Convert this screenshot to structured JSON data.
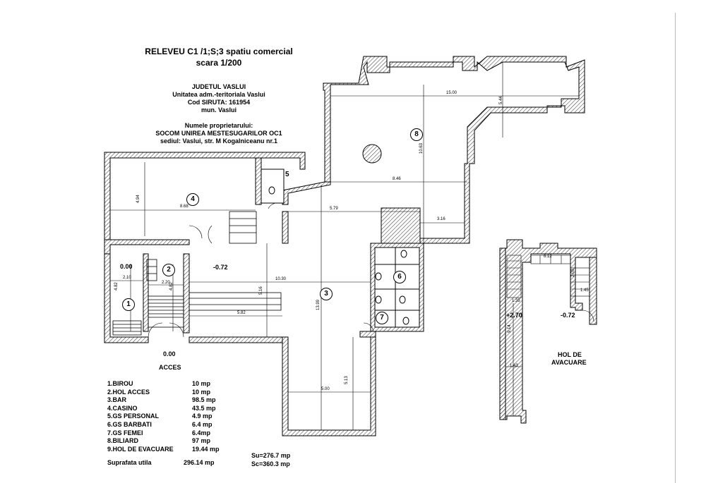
{
  "header": {
    "title_line1": "RELEVEU C1 /1;S;3 spatiu comercial",
    "title_line2": "scara 1/200"
  },
  "location": {
    "line1": "JUDETUL VASLUI",
    "line2": "Unitatea adm.-teritoriala Vaslui",
    "line3": "Cod SIRUTA: 161954",
    "line4": "mun. Vaslui"
  },
  "owner": {
    "line1": "Numele proprietarului:",
    "line2": "SOCOM UNIREA MESTESUGARILOR OC1",
    "line3": "sediul: Vaslui, str. M Kogalniceanu nr.1"
  },
  "rooms": {
    "r1": "1",
    "r2": "2",
    "r3": "3",
    "r4": "4",
    "r5": "5",
    "r6": "6",
    "r7": "7",
    "r8": "8"
  },
  "levels": {
    "l1": "0.00",
    "l2": "-0.72",
    "l3": "0.00",
    "l4": "+2.70",
    "l5": "-0.72"
  },
  "labels": {
    "acces": "ACCES",
    "hol_line1": "HOL DE",
    "hol_line2": "AVACUARE"
  },
  "dimensions": {
    "d1": "15.00",
    "d2": "5.44",
    "d3": "10.63",
    "d4": "8.46",
    "d5": "5.79",
    "d6": "3.16",
    "d7": "4.94",
    "d8": "8.68",
    "d9": "2.10",
    "d10": "2.20",
    "d11": "4.82",
    "d12": "4.82",
    "d13": "10.30",
    "d14": "5.16",
    "d15": "5.82",
    "d16": "13.99",
    "d17": "5.13",
    "d18": "5.00",
    "d19": "6.12",
    "d20": "2.08",
    "d21": "1.45",
    "d22": "1.35",
    "d23": "9.14",
    "d24": "1.43"
  },
  "legend": [
    {
      "name": "1.BIROU",
      "area": "10 mp"
    },
    {
      "name": "2.HOL ACCES",
      "area": "10 mp"
    },
    {
      "name": "3.BAR",
      "area": "98.5 mp"
    },
    {
      "name": "4.CASINO",
      "area": "43.5 mp"
    },
    {
      "name": "5.GS PERSONAL",
      "area": "4.9 mp"
    },
    {
      "name": "6.GS BARBATI",
      "area": "6.4 mp"
    },
    {
      "name": "7.GS FEMEI",
      "area": "6.4mp"
    },
    {
      "name": "8.BILIARD",
      "area": "97 mp"
    },
    {
      "name": "9.HOL DE EVACUARE",
      "area": "19.44 mp"
    }
  ],
  "totals": {
    "useful_label": "Suprafata utila",
    "useful_value": "296.14 mp",
    "su": "Su=276.7 mp",
    "sc": "Sc=360.3 mp"
  }
}
